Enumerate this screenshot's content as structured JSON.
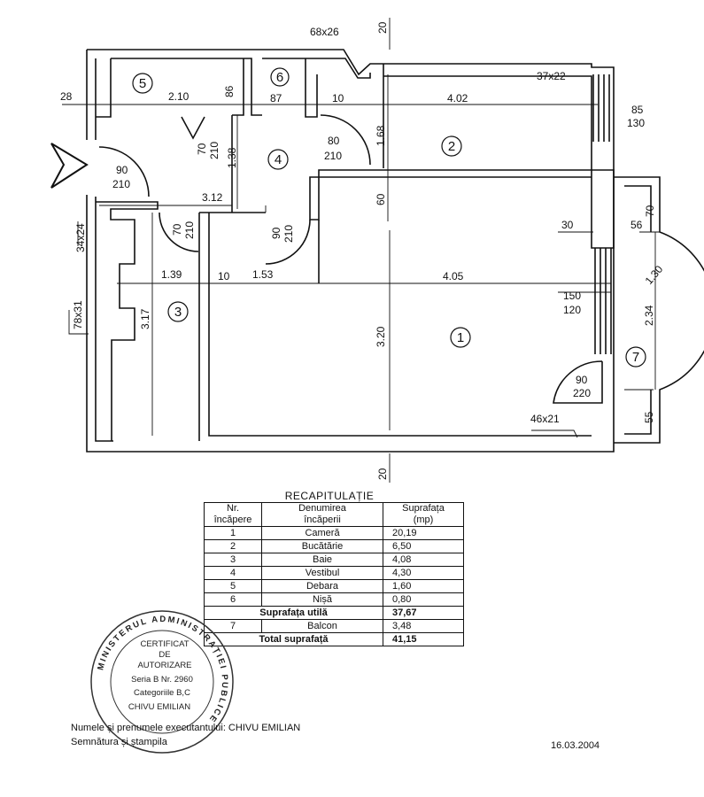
{
  "plan": {
    "dimensions": {
      "d20_top": "20",
      "d68x26": "68x26",
      "d28": "28",
      "d210": "2.10",
      "d86": "86",
      "d87": "87",
      "d10a": "10",
      "d402": "4.02",
      "d37x22": "37x22",
      "d85": "85",
      "d130": "130",
      "d70a": "70",
      "d210b": "210",
      "d80": "80",
      "d210c": "210",
      "d168": "1.68",
      "d90a": "90",
      "d210d": "210",
      "d138": "1.38",
      "d312": "3.12",
      "d60": "60",
      "d34x24": "34x24",
      "d70b": "70",
      "d210e": "210",
      "d90b": "90",
      "d210f": "210",
      "d30": "30",
      "d56": "56",
      "d70c": "70",
      "d139": "1.39",
      "d10b": "10",
      "d153": "1.53",
      "d405": "4.05",
      "d130b": "1,30",
      "d78x31": "78x31",
      "d150": "150",
      "d120": "120",
      "d234": "2.34",
      "d317": "3.17",
      "d320": "3.20",
      "d90c": "90",
      "d220": "220",
      "d46x21": "46x21",
      "d55": "55",
      "d20_bottom": "20"
    },
    "rooms": [
      "1",
      "2",
      "3",
      "4",
      "5",
      "6",
      "7"
    ]
  },
  "recap": {
    "title": "RECAPITULAȚIE",
    "headers": [
      [
        "Nr.",
        "încăpere"
      ],
      [
        "Denumirea",
        "încăperii"
      ],
      [
        "Suprafața",
        "(mp)"
      ]
    ],
    "rows": [
      {
        "nr": "1",
        "name": "Cameră",
        "area": "20,19"
      },
      {
        "nr": "2",
        "name": "Bucătărie",
        "area": "6,50"
      },
      {
        "nr": "3",
        "name": "Baie",
        "area": "4,08"
      },
      {
        "nr": "4",
        "name": "Vestibul",
        "area": "4,30"
      },
      {
        "nr": "5",
        "name": "Debara",
        "area": "1,60"
      },
      {
        "nr": "6",
        "name": "Nișă",
        "area": "0,80"
      }
    ],
    "useful_label": "Suprafața utilă",
    "useful_value": "37,67",
    "balcony": {
      "nr": "7",
      "name": "Balcon",
      "area": "3,48"
    },
    "total_label": "Total suprafață",
    "total_value": "41,15"
  },
  "stamp": {
    "ring": "MINISTERUL ADMINISTRAȚIEI PUBLICE",
    "lines": [
      "CERTIFICAT",
      "DE",
      "AUTORIZARE",
      "Seria B Nr. 2960",
      "Categoriile B,C",
      "CHIVU EMILIAN"
    ]
  },
  "footer": {
    "author_line": "Numele și prenumele executantului: CHIVU EMILIAN",
    "signature_line": "Semnătura și ștampila",
    "date": "16.03.2004"
  }
}
